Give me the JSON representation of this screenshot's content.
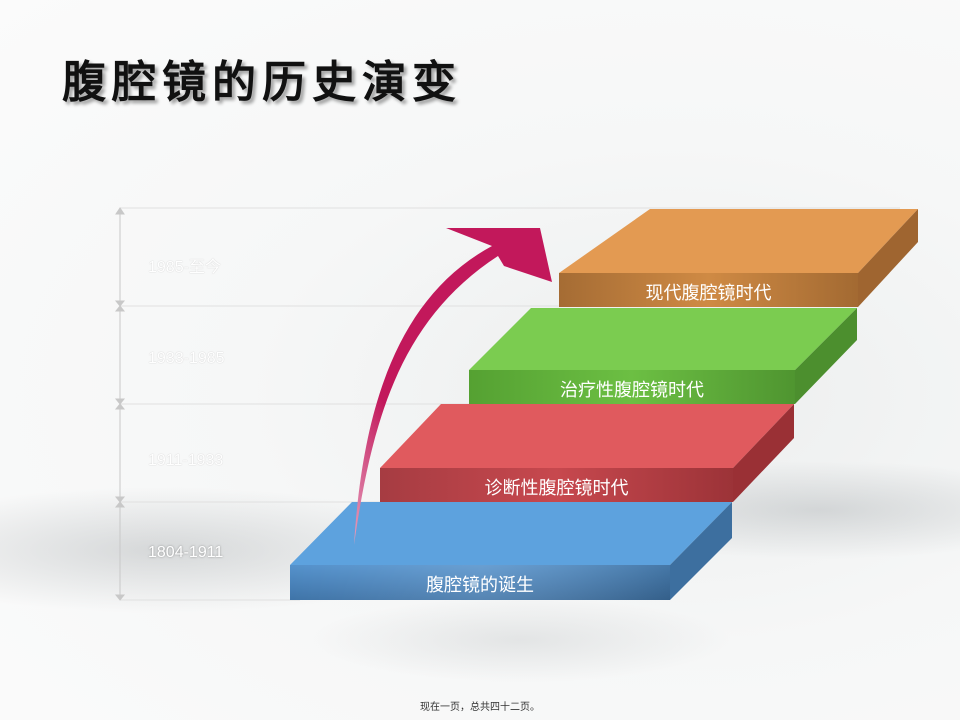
{
  "slide": {
    "title": "腹腔镜的历史演变",
    "footer": "现在一页，总共四十二页。"
  },
  "steps": [
    {
      "label": "腹腔镜的诞生",
      "period": "1804-1911",
      "color": "#5b9fdc"
    },
    {
      "label": "诊断性腹腔镜时代",
      "period": "1911-1933",
      "color": "#e05a5e"
    },
    {
      "label": "治疗性腹腔镜时代",
      "period": "1933-1985",
      "color": "#79cb4f"
    },
    {
      "label": "现代腹腔镜时代",
      "period": "1985-至今",
      "color": "#e39a52"
    }
  ],
  "arrow_color": "#c2185b"
}
